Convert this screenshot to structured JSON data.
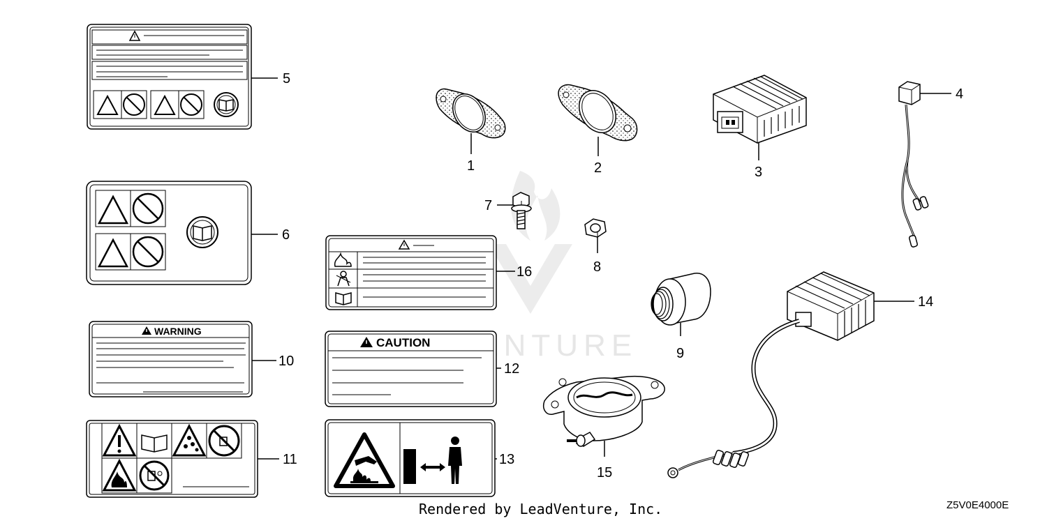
{
  "watermark": {
    "text": "LEADVENTURE"
  },
  "labels": {
    "warning_text": "WARNING",
    "caution_text": "CAUTION"
  },
  "callouts": {
    "c1": "1",
    "c2": "2",
    "c3": "3",
    "c4": "4",
    "c5": "5",
    "c6": "6",
    "c7": "7",
    "c8": "8",
    "c9": "9",
    "c10": "10",
    "c11": "11",
    "c12": "12",
    "c13": "13",
    "c14": "14",
    "c15": "15",
    "c16": "16"
  },
  "footer": {
    "rendered_by": "Rendered by LeadVenture, Inc.",
    "diagram_code": "Z5V0E4000E"
  }
}
